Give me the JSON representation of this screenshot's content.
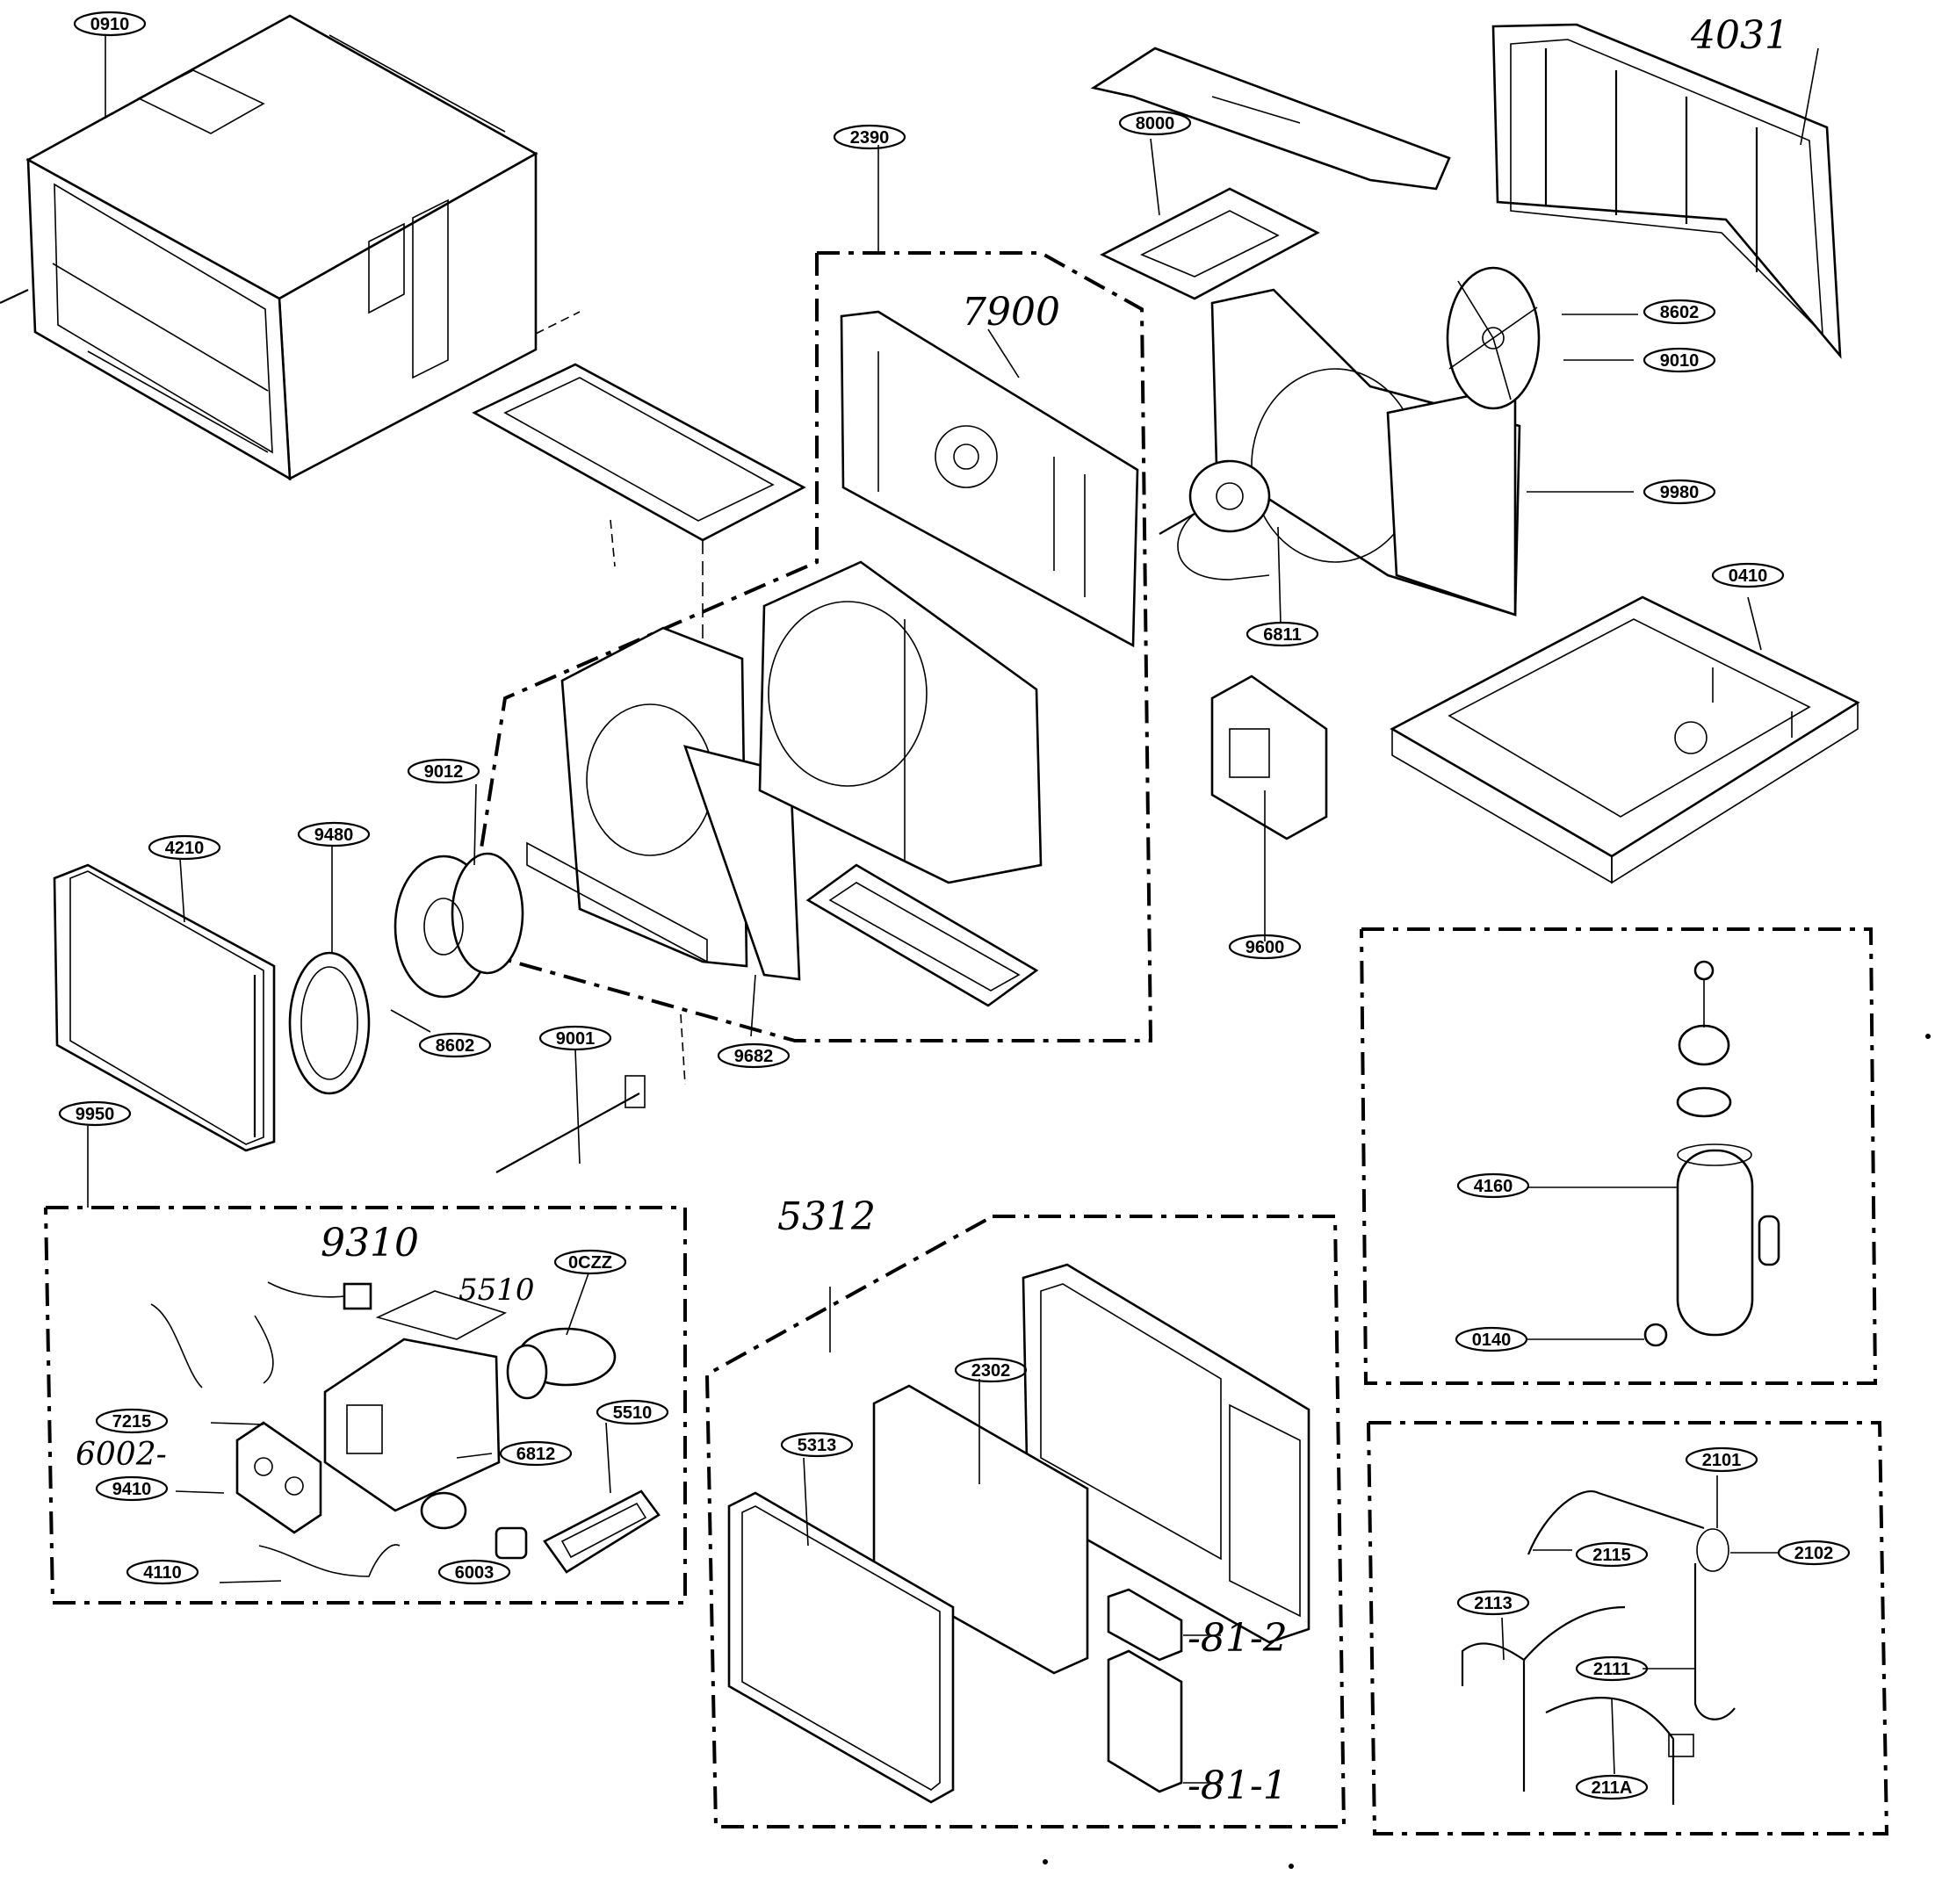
{
  "callouts": [
    {
      "id": "c0910",
      "text": "0910"
    },
    {
      "id": "c2390",
      "text": "2390"
    },
    {
      "id": "c8000",
      "text": "8000"
    },
    {
      "id": "c8602a",
      "text": "8602"
    },
    {
      "id": "c9010",
      "text": "9010"
    },
    {
      "id": "c9980",
      "text": "9980"
    },
    {
      "id": "c0410",
      "text": "0410"
    },
    {
      "id": "c6811",
      "text": "6811"
    },
    {
      "id": "c9012",
      "text": "9012"
    },
    {
      "id": "c9480",
      "text": "9480"
    },
    {
      "id": "c4210",
      "text": "4210"
    },
    {
      "id": "c8602b",
      "text": "8602"
    },
    {
      "id": "c9001",
      "text": "9001"
    },
    {
      "id": "c9682",
      "text": "9682"
    },
    {
      "id": "c9600",
      "text": "9600"
    },
    {
      "id": "c9950",
      "text": "9950"
    },
    {
      "id": "c0czz",
      "text": "0CZZ"
    },
    {
      "id": "c7215",
      "text": "7215"
    },
    {
      "id": "c6812",
      "text": "6812"
    },
    {
      "id": "c5510",
      "text": "5510"
    },
    {
      "id": "c9410",
      "text": "9410"
    },
    {
      "id": "c4110",
      "text": "4110"
    },
    {
      "id": "c6003",
      "text": "6003"
    },
    {
      "id": "c2302",
      "text": "2302"
    },
    {
      "id": "c5313",
      "text": "5313"
    },
    {
      "id": "c4160",
      "text": "4160"
    },
    {
      "id": "c0140",
      "text": "0140"
    },
    {
      "id": "c2101",
      "text": "2101"
    },
    {
      "id": "c2115",
      "text": "2115"
    },
    {
      "id": "c2102",
      "text": "2102"
    },
    {
      "id": "c2113",
      "text": "2113"
    },
    {
      "id": "c2111",
      "text": "2111"
    },
    {
      "id": "c211A",
      "text": "211A"
    }
  ],
  "handwritten": [
    {
      "id": "h4031",
      "text": "4031"
    },
    {
      "id": "h7900",
      "text": "7900"
    },
    {
      "id": "h9310",
      "text": "9310"
    },
    {
      "id": "h5510",
      "text": "5510"
    },
    {
      "id": "h6002",
      "text": "6002-"
    },
    {
      "id": "h5312",
      "text": "5312"
    },
    {
      "id": "h81-2",
      "text": "-81-2"
    },
    {
      "id": "h81-1",
      "text": "-81-1"
    }
  ]
}
